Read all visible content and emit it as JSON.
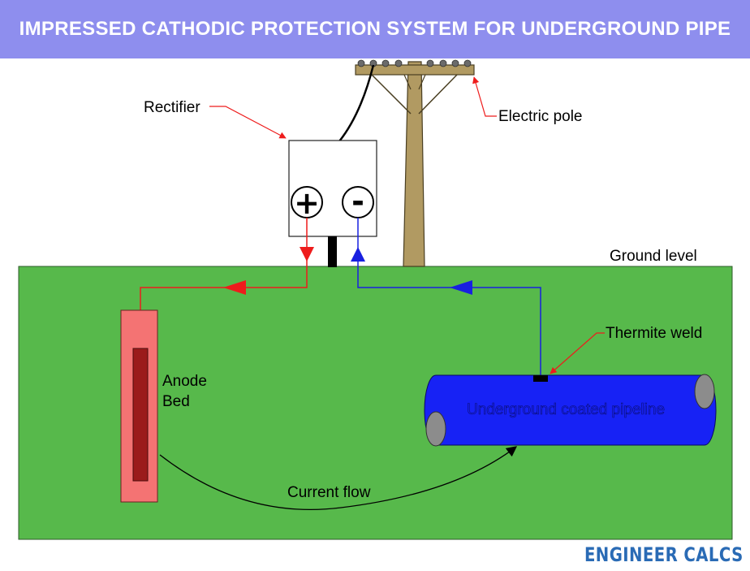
{
  "title": "IMPRESSED CATHODIC PROTECTION SYSTEM FOR UNDERGROUND PIPE",
  "labels": {
    "rectifier": "Rectifier",
    "electric_pole": "Electric pole",
    "ground_level": "Ground level",
    "thermite_weld": "Thermite weld",
    "anode_line1": "Anode",
    "anode_line2": "Bed",
    "pipeline": "Underground coated pipeline",
    "current_flow": "Current flow"
  },
  "terminals": {
    "positive": "+",
    "negative": "-"
  },
  "brand": "ENGINEER CALCS",
  "colors": {
    "banner": "#8e8eee",
    "ground": "#57b94b",
    "pipe": "#1722f5",
    "pipe_end": "#8c8c8c",
    "anode_outer": "#f47373",
    "anode_inner": "#9b1b1b",
    "positive_wire": "#ee1c1c",
    "negative_wire": "#1920e0",
    "pole": "#b19a62",
    "brand": "#2a6bb5"
  }
}
